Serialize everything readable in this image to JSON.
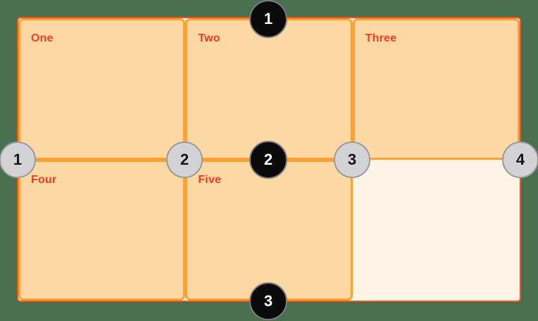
{
  "diagram": {
    "description": "CSS grid line numbering diagram with a 3-column by 2-row grid"
  },
  "colors": {
    "background": "#48704f",
    "container_border": "#f4511e",
    "container_bg": "#fdf3e6",
    "cell_bg": "#fcd8a5",
    "cell_border": "#ffa033",
    "label": "#fb3a1d",
    "column_marker_bg": "#d3d3d5",
    "column_marker_border": "#9a9a9a",
    "column_marker_text": "#141414",
    "row_marker_bg": "#0a0a0a",
    "row_marker_border": "#7d7d7d",
    "row_marker_text": "#ffffff"
  },
  "grid": {
    "cells": [
      {
        "label": "One"
      },
      {
        "label": "Two"
      },
      {
        "label": "Three"
      },
      {
        "label": "Four"
      },
      {
        "label": "Five"
      }
    ]
  },
  "column_lines": [
    {
      "number": "1"
    },
    {
      "number": "2"
    },
    {
      "number": "3"
    },
    {
      "number": "4"
    }
  ],
  "row_lines": [
    {
      "number": "1"
    },
    {
      "number": "2"
    },
    {
      "number": "3"
    }
  ]
}
